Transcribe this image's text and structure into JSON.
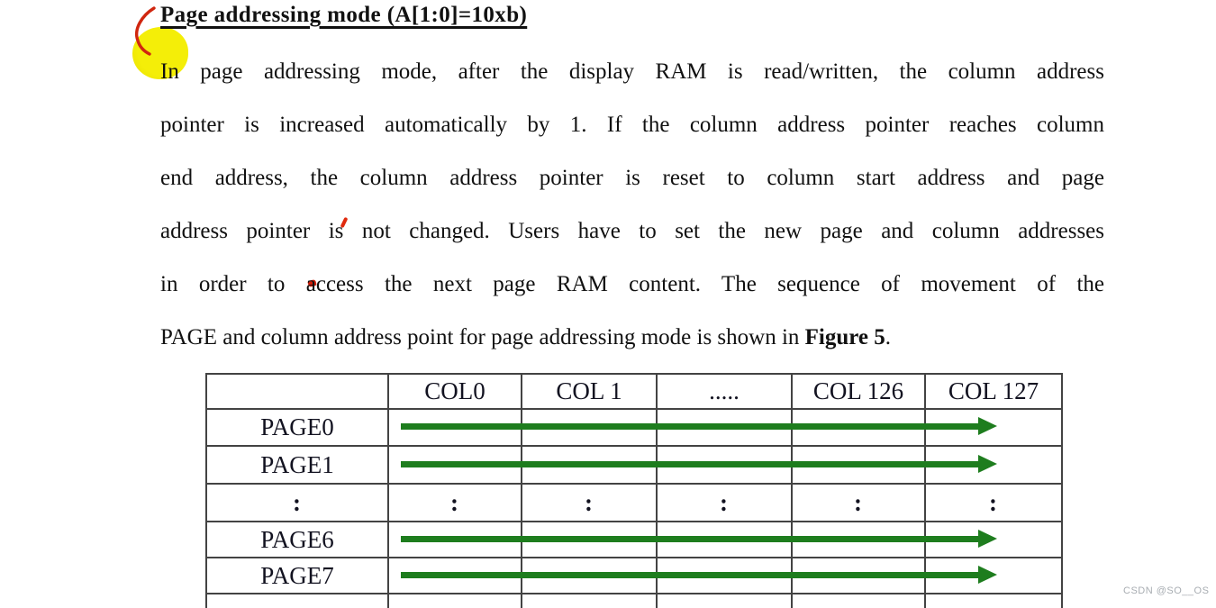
{
  "title": "Page addressing mode (A[1:0]=10xb)",
  "paragraph": {
    "lines": [
      "In page addressing mode, after the display RAM is read/written, the column address",
      "pointer is increased automatically by 1. If the column address pointer reaches column",
      "end address, the column address pointer is reset to column start address and page",
      "address pointer is not changed. Users have to set the new page and column addresses",
      "in order to access the next page RAM content. The sequence of movement of the"
    ],
    "last_line_prefix": "PAGE and column address point for page addressing mode is shown in ",
    "last_line_bold": "Figure 5",
    "last_line_suffix": "."
  },
  "table": {
    "header": [
      "",
      "COL0",
      "COL 1",
      ".....",
      "COL 126",
      "COL 127"
    ],
    "row_labels": [
      "PAGE0",
      "PAGE1",
      ":",
      "PAGE6",
      "PAGE7"
    ],
    "dots_row": [
      ":",
      ":",
      ":",
      ":",
      ":"
    ],
    "arrows": {
      "rows": [
        "PAGE0",
        "PAGE1",
        "PAGE6",
        "PAGE7"
      ],
      "color": "#1e7d1e"
    }
  },
  "annotations": {
    "highlight_color": "#f2ea05",
    "pen_color": "#d0260f",
    "marks": [
      "circle-highlight",
      "red-curve-stroke",
      "red-tick-on-is",
      "red-dot-on-access"
    ]
  },
  "watermark": "CSDN @SO__OS"
}
